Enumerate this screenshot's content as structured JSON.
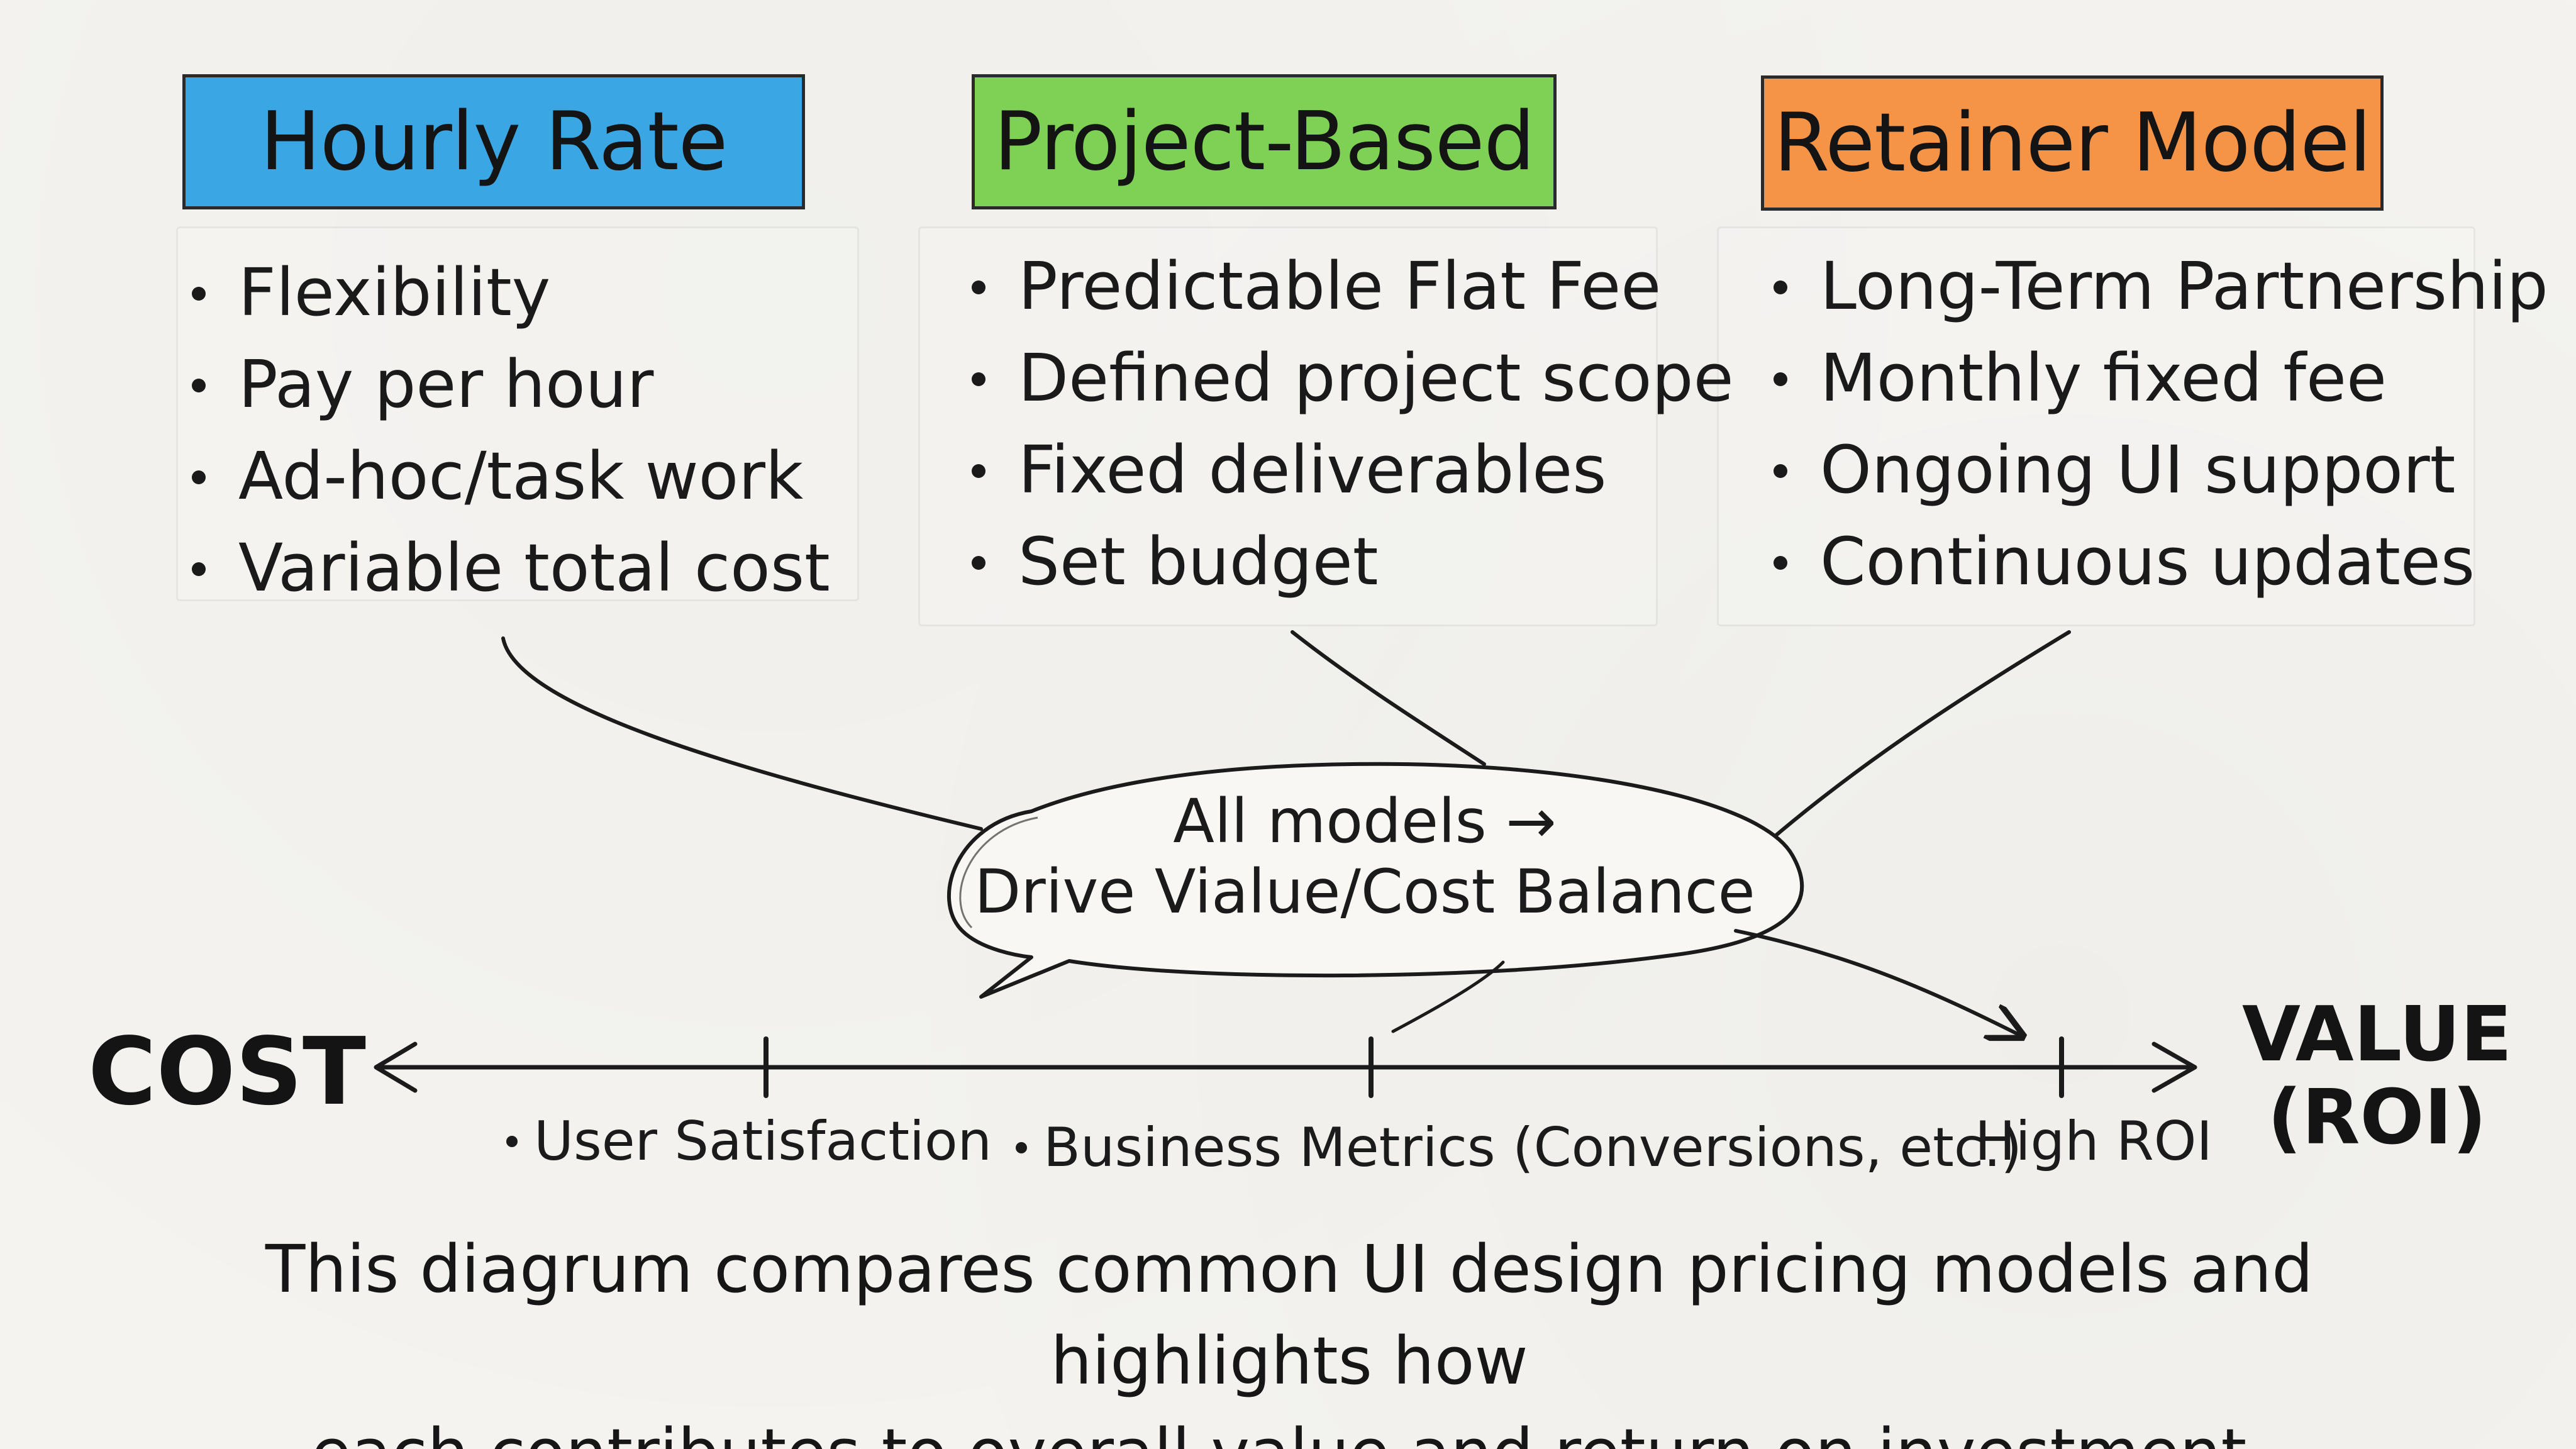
{
  "models": [
    {
      "title": "Hourly Rate",
      "color": "#3aa6e3",
      "items": [
        "Flexibility",
        "Pay per hour",
        "Ad-hoc/task work",
        "Variable total cost"
      ]
    },
    {
      "title": "Project-Based",
      "color": "#7ed154",
      "items": [
        "Predictable Flat Fee",
        "Defined project scope",
        "Fixed deliverables",
        "Set budget"
      ]
    },
    {
      "title": "Retainer Model",
      "color": "#f59447",
      "items": [
        "Long-Term Partnership",
        "Monthly fixed fee",
        "Ongoing UI support",
        "Continuous updates"
      ]
    }
  ],
  "bubble": {
    "line1": "All models →",
    "line2": "Drive Vialue/Cost Balance"
  },
  "axis": {
    "left_label": "COST",
    "right_label_1": "VALUE",
    "right_label_2": "(ROI)",
    "ticks": [
      "User Satisfaction",
      "Business Metrics (Conversions, etc.)",
      "High ROI"
    ]
  },
  "caption": {
    "line1": "This diagrum compares common UI design pricing models and highlights how",
    "line2": "each contributes to overall value and return on investment."
  }
}
